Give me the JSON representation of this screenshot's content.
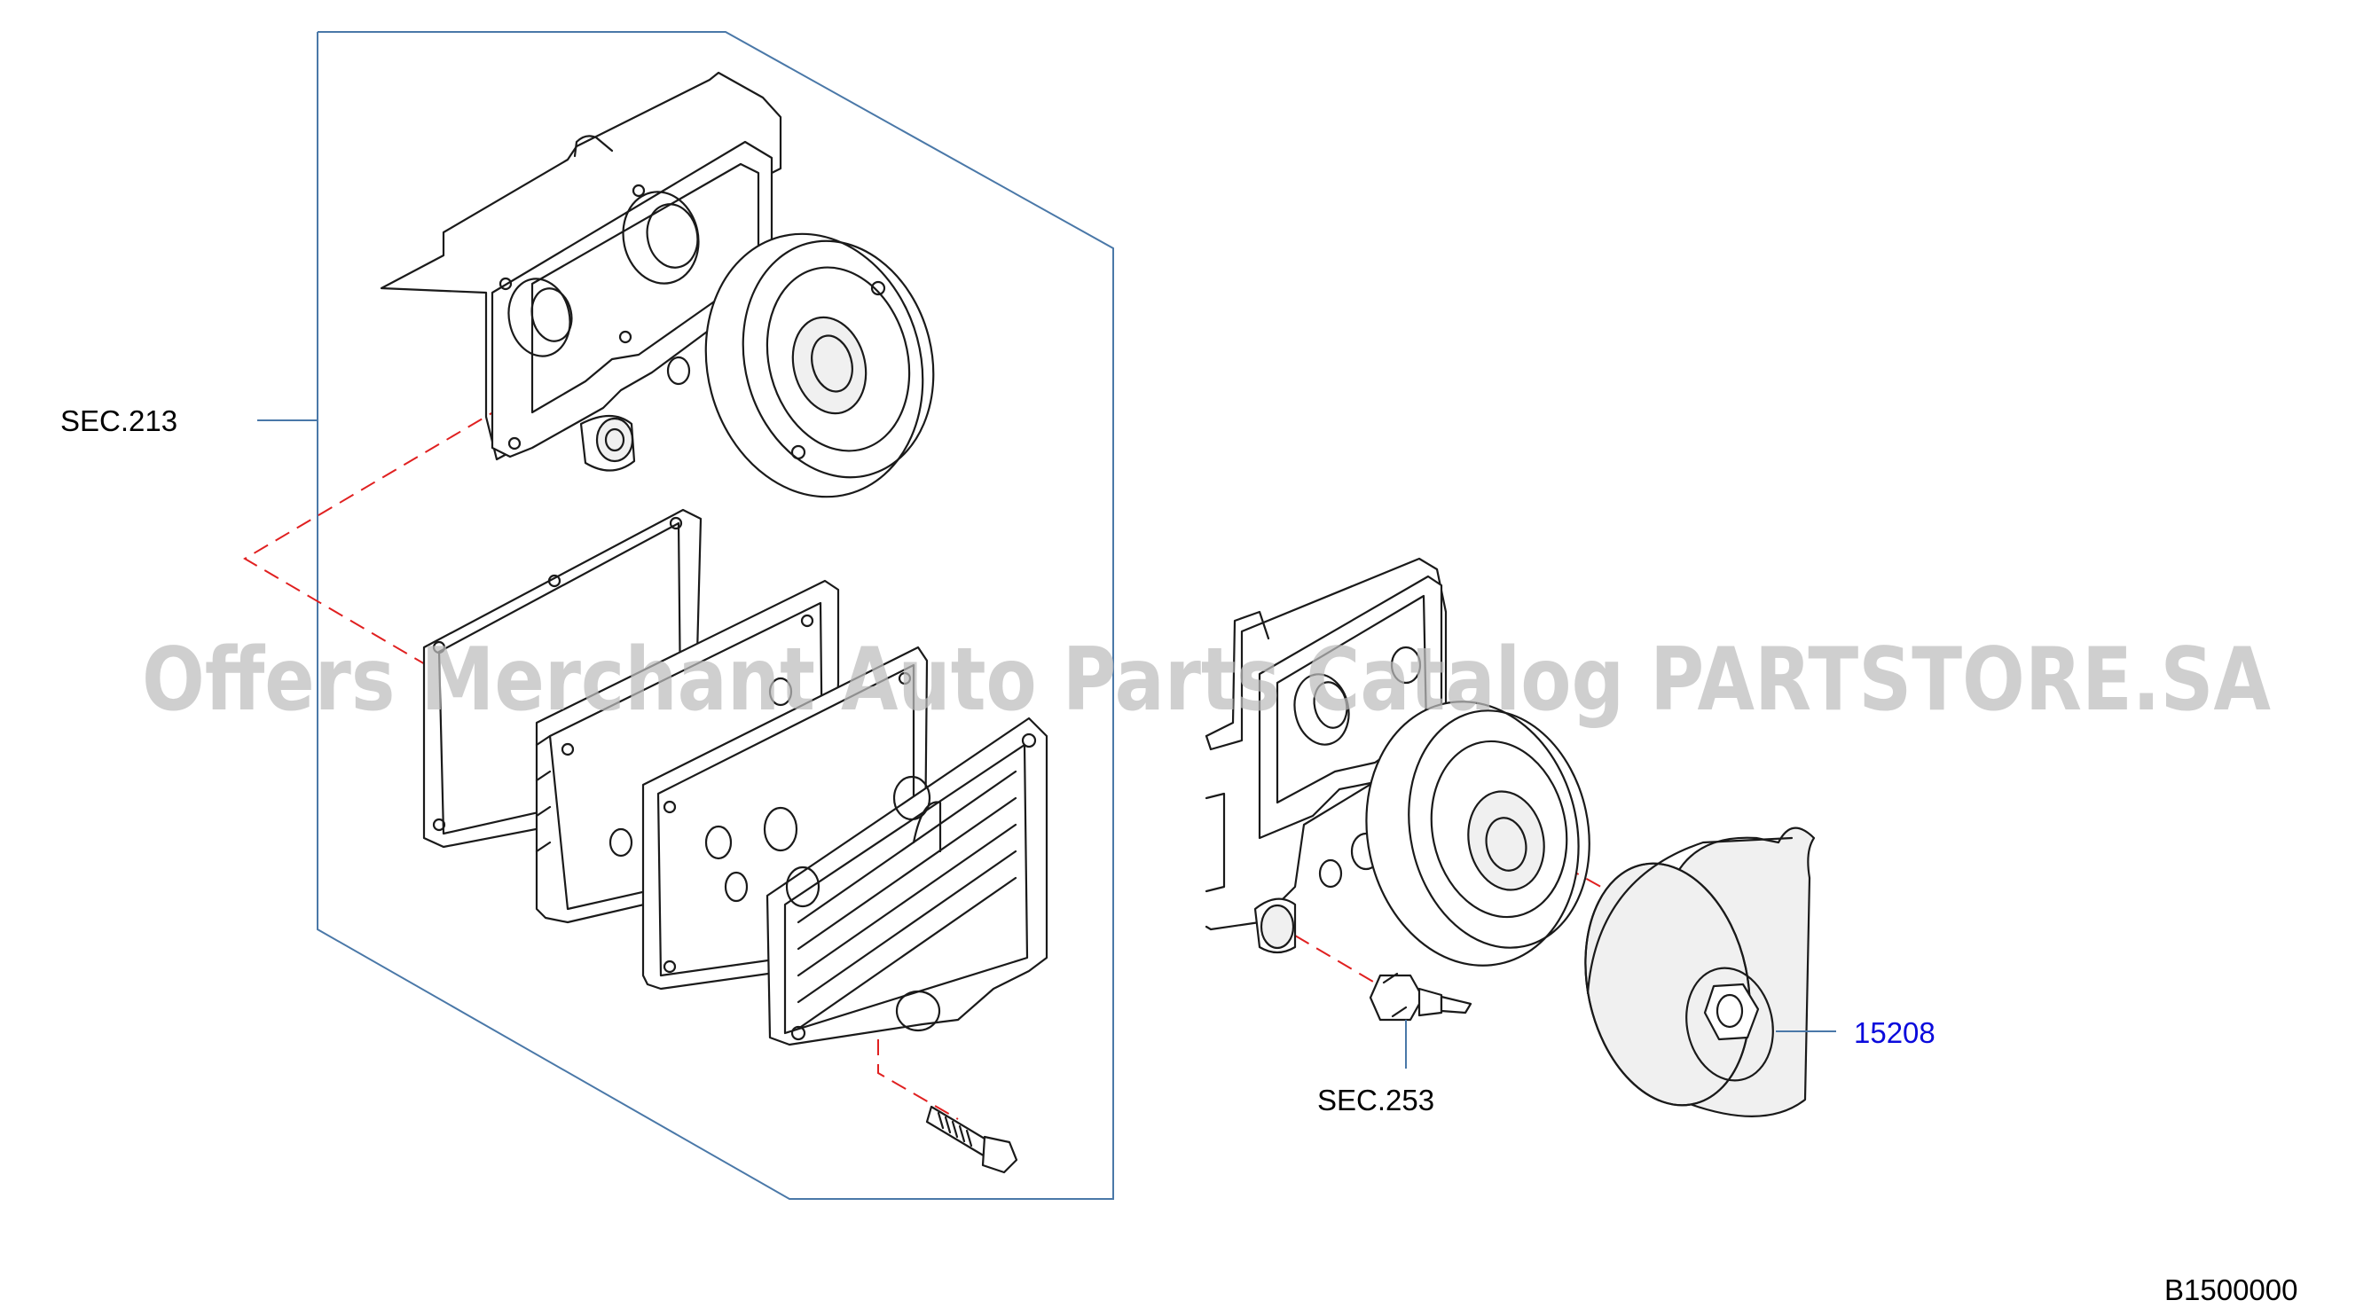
{
  "callouts": {
    "sec_213": "SEC.213",
    "sec_253": "SEC.253",
    "part_15208": "15208"
  },
  "reference_code": "B1500000",
  "watermark": "Offers Merchant Auto Parts Catalog PARTSTORE.SA",
  "colors": {
    "frame": "#4a78a8",
    "dashed_leader": "#e02020",
    "part_number_link": "#0a0adc",
    "watermark": "#bdbdbd"
  }
}
